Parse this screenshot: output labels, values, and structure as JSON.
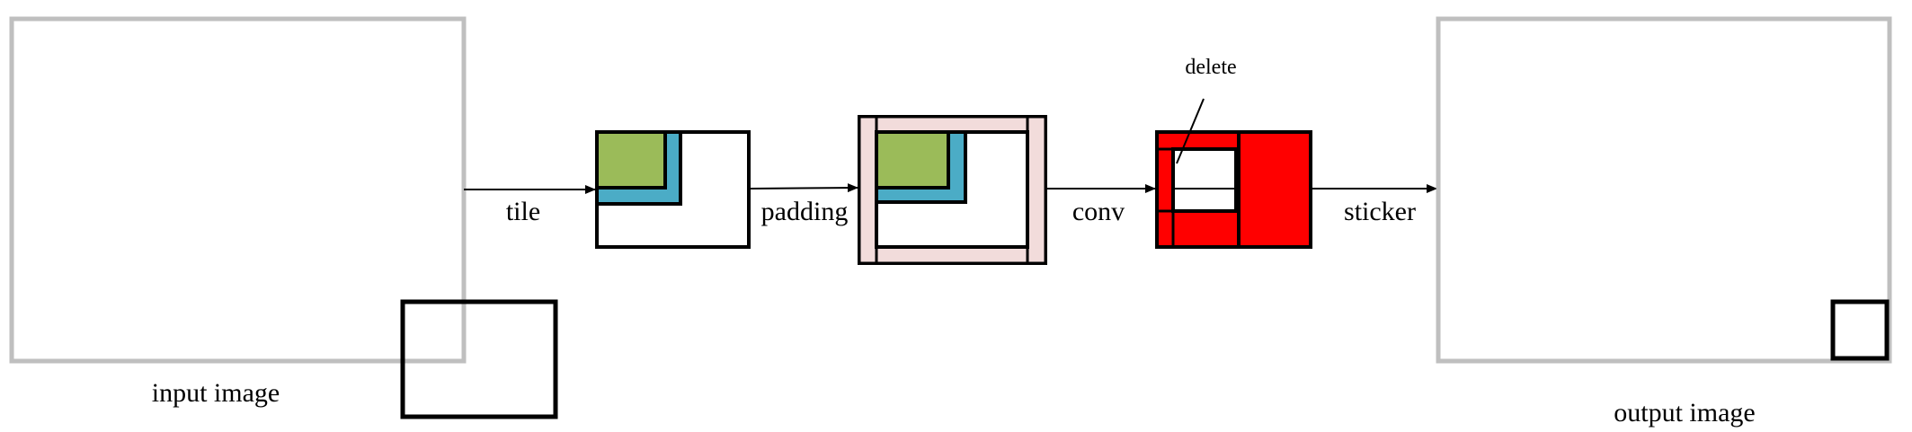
{
  "labels": {
    "input_image": "input image",
    "output_image": "output image",
    "tile": "tile",
    "padding": "padding",
    "conv": "conv",
    "sticker": "sticker",
    "delete": "delete"
  },
  "colors": {
    "frame_gray": "#bfbfbf",
    "outline": "#000000",
    "tile_green": "#9bbb59",
    "tile_blue": "#4bacc6",
    "pad_pink": "#f2dcdb",
    "conv_red": "#ff0000",
    "background": "#ffffff"
  }
}
